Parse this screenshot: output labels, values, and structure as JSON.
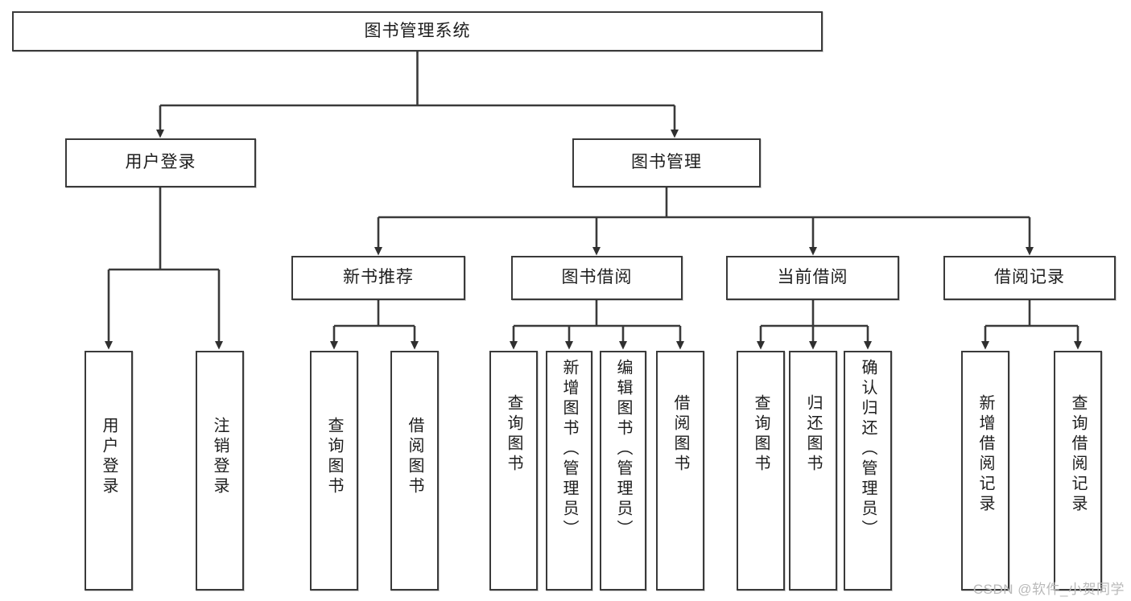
{
  "diagram": {
    "title": "图书管理系统",
    "type": "hierarchy-tree",
    "root": {
      "id": "root",
      "label": "图书管理系统"
    },
    "level1": [
      {
        "id": "user-login",
        "label": "用户登录"
      },
      {
        "id": "book-management",
        "label": "图书管理"
      }
    ],
    "level2": [
      {
        "id": "new-book-recommend",
        "label": "新书推荐",
        "parent": "book-management"
      },
      {
        "id": "book-borrow",
        "label": "图书借阅",
        "parent": "book-management"
      },
      {
        "id": "current-borrow",
        "label": "当前借阅",
        "parent": "book-management"
      },
      {
        "id": "borrow-record",
        "label": "借阅记录",
        "parent": "book-management"
      }
    ],
    "leaves": {
      "user_login": [
        {
          "id": "leaf-user-login",
          "label": "用户登录"
        },
        {
          "id": "leaf-user-logout",
          "label": "注销登录"
        }
      ],
      "new_book_recommend": [
        {
          "id": "leaf-query-book-1",
          "label": "查询图书"
        },
        {
          "id": "leaf-borrow-book-1",
          "label": "借阅图书"
        }
      ],
      "book_borrow": [
        {
          "id": "leaf-query-book-2",
          "label": "查询图书"
        },
        {
          "id": "leaf-add-book",
          "label": "新增图书（管理员）"
        },
        {
          "id": "leaf-edit-book",
          "label": "编辑图书（管理员）"
        },
        {
          "id": "leaf-borrow-book-2",
          "label": "借阅图书"
        }
      ],
      "current_borrow": [
        {
          "id": "leaf-query-book-3",
          "label": "查询图书"
        },
        {
          "id": "leaf-return-book",
          "label": "归还图书"
        },
        {
          "id": "leaf-confirm-return",
          "label": "确认归还（管理员）"
        }
      ],
      "borrow_record": [
        {
          "id": "leaf-add-record",
          "label": "新增借阅记录"
        },
        {
          "id": "leaf-query-record",
          "label": "查询借阅记录"
        }
      ]
    }
  },
  "watermark": {
    "text": "CSDN @软件_小贺同学"
  },
  "colors": {
    "stroke": "#3a3a3a",
    "background": "#ffffff",
    "text": "#1d1d1d",
    "watermark": "#b9b9b9"
  }
}
